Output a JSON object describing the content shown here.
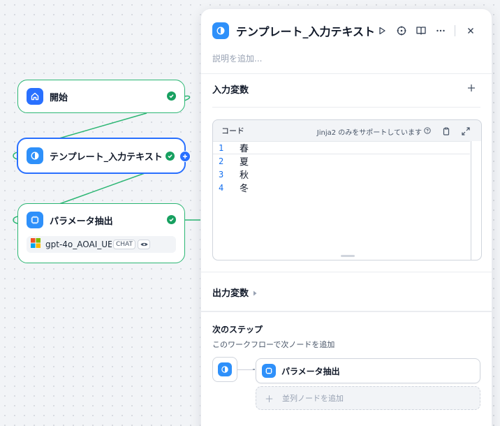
{
  "canvas": {
    "nodes": [
      {
        "title": "開始",
        "icon": "home-icon",
        "status": "success"
      },
      {
        "title": "テンプレート_入力テキスト",
        "icon": "template-icon",
        "status": "success",
        "selected": true
      },
      {
        "title": "パラメータ抽出",
        "icon": "parameter-extractor-icon",
        "status": "success",
        "model": {
          "name": "gpt-4o_AOAI_UE",
          "badge": "CHAT"
        }
      }
    ],
    "edge_color": "#2bb673"
  },
  "panel": {
    "title": "テンプレート_入力テキスト",
    "description_placeholder": "説明を追加...",
    "input_vars": {
      "title": "入力変数"
    },
    "code": {
      "label": "コード",
      "hint": "Jinja2 のみをサポートしています",
      "lines": [
        {
          "no": "1",
          "text": "春"
        },
        {
          "no": "2",
          "text": "夏"
        },
        {
          "no": "3",
          "text": "秋"
        },
        {
          "no": "4",
          "text": "冬"
        }
      ]
    },
    "output_vars": {
      "title": "出力変数"
    },
    "next_step": {
      "title": "次のステップ",
      "subtitle": "このワークフローで次ノードを追加",
      "next_node": "パラメータ抽出",
      "add_parallel": "並列ノードを追加"
    }
  },
  "colors": {
    "accent": "#2970ff",
    "success": "#17a060",
    "edge": "#2bb673"
  }
}
